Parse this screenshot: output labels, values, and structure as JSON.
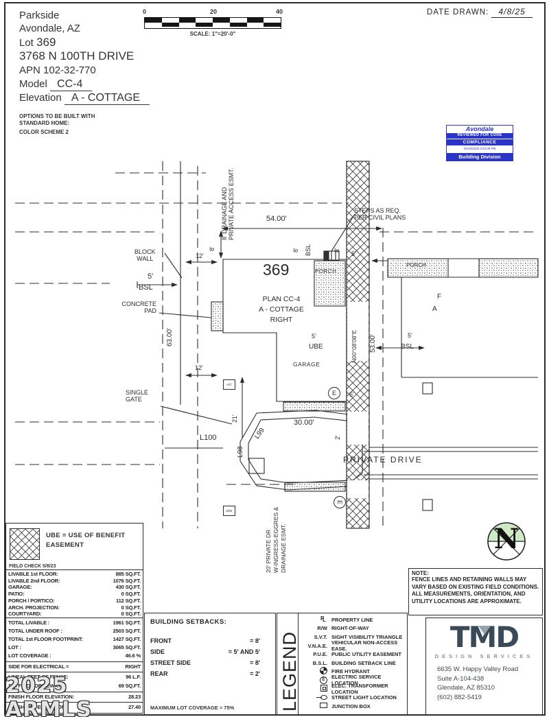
{
  "header": {
    "community": "Parkside",
    "city": "Avondale, AZ",
    "lot_label": "Lot",
    "lot_number": "369",
    "address": "3768 N 100TH DRIVE",
    "apn": "APN 102-32-770",
    "model_label": "Model",
    "model_value": "CC-4",
    "elevation_label": "Elevation",
    "elevation_value": "A - COTTAGE",
    "options_note": "OPTIONS TO BE BUILT WITH\nSTANDARD HOME:",
    "color_scheme": "COLOR SCHEME 2",
    "date_drawn_label": "DATE DRAWN:",
    "date_drawn_value": "4/8/25"
  },
  "scale_bar": {
    "tick_0": "0",
    "tick_20": "20",
    "tick_40": "40",
    "caption": "SCALE: 1\"=20'-0\""
  },
  "stamp": {
    "city": "Avondale",
    "line2": "REVIEWED FOR CODE",
    "line3": "COMPLIANCE",
    "timestamp": "04/10/2025    2:53:35 PM",
    "division": "Building Division",
    "color": "#2a35c8"
  },
  "plan": {
    "labels": {
      "drainage_esmt": "8' DRAINAGE AND\nPRIVATE ACCESS ESMT.",
      "dim_54": "54.00'",
      "steps_note": "STEPS AS REQ.\nPER CIVIL PLANS",
      "dim_8_front_a": "8'",
      "bsl_front": "BSL",
      "dim_8_front_b": "8'",
      "dim_5_porch": "5'",
      "block_wall": "BLOCK\nWALL",
      "dim_12_upper": "12'",
      "dim_8_left": "8'",
      "dim_5_left": "5'",
      "bsl_left": "BSL",
      "concrete_pad": "CONCRETE\nPAD",
      "dim_63": "63.00'",
      "dim_12_lower": "12'",
      "single_gate": "SINGLE\nGATE",
      "lot_number": "369",
      "plan_title": "PLAN CC-4\nA - COTTAGE\nRIGHT",
      "porch": "PORCH",
      "dim_5_ube": "5'",
      "ube": "UBE",
      "garage": "GARAGE",
      "bearing": "N00°08'08\"E",
      "dim_53": "53.00'",
      "dim_5_right": "5'",
      "bsl_right": "BSL",
      "neighbor_porch": "PORCH",
      "neighbor_f": "F",
      "neighbor_a": "A",
      "electric_mark": "E",
      "dim_5_corner": "5'",
      "dim_21": "21'",
      "l99": "L99",
      "l98": "L98",
      "l100": "L100",
      "dim_30": "30.00'",
      "dim_2": "2'",
      "private_drive": "PRIVATE DRIVE",
      "ingress_esmt": "20' PRIVATE DR\nW-INGRESS-EGGRES &\nDRAINAGE ESMT.",
      "ac": "A/C",
      "dw": "D/W"
    }
  },
  "ube_note": {
    "line1": "UBE = USE OF BENEFIT",
    "line2": "EASEMENT",
    "field_check": "FIELD CHECK 5/8/23"
  },
  "area_table": {
    "g1": [
      {
        "label": "LIVABLE 1st FLOOR:",
        "value": "885 SQ.FT."
      },
      {
        "label": "LIVABLE 2nd FLOOR:",
        "value": "1076 SQ.FT."
      },
      {
        "label": "GARAGE:",
        "value": "430 SQ.FT."
      },
      {
        "label": "PATIO:",
        "value": "0 SQ.FT."
      },
      {
        "label": "PORCH / PORTICO:",
        "value": "112 SQ.FT."
      },
      {
        "label": "ARCH. PROJECTION:",
        "value": "0 SQ.FT."
      },
      {
        "label": "COURTYARD:",
        "value": "0 SQ.FT."
      }
    ],
    "g2": [
      {
        "label": "TOTAL LIVABLE :",
        "value": "1961 SQ.FT."
      },
      {
        "label": "TOTAL UNDER ROOF :",
        "value": "2503 SQ.FT."
      },
      {
        "label": "TOTAL 1st FLOOR FOOTPRINT:",
        "value": "1427 SQ.FT."
      },
      {
        "label": "LOT :",
        "value": "3065 SQ.FT."
      },
      {
        "label": "LOT COVERAGE :",
        "value": "46.6 %"
      }
    ],
    "g3": [
      {
        "label": "SIDE FOR ELECTRICAL =",
        "value": "RIGHT"
      }
    ],
    "g4": [
      {
        "label": "LINEAL FEET OF FENCE:",
        "value": "96 L.F."
      },
      {
        "label": "SQ. FT. OF DRIVEWAY:",
        "value": "69 SQ.FT."
      }
    ],
    "g5": [
      {
        "label": "FINISH FLOOR ELEVATION:",
        "value": "28.23"
      }
    ],
    "g6": [
      {
        "label": "FINISH PAD ELEVATION:",
        "value": "27.40"
      }
    ]
  },
  "setbacks": {
    "title": "BUILDING SETBACKS:",
    "rows": [
      {
        "label": "FRONT",
        "value": "= 8'"
      },
      {
        "label": "SIDE",
        "value": "= 5' AND 5'"
      },
      {
        "label": "STREET SIDE",
        "value": "= 8'"
      },
      {
        "label": "REAR",
        "value": "= 2'"
      }
    ],
    "max_coverage": "MAXIMUM LOT COVERAGE = 75%"
  },
  "legend": {
    "title": "LEGEND",
    "pl": [
      "P",
      "L"
    ],
    "rows": [
      {
        "abbr": "",
        "text": "PROPERTY LINE"
      },
      {
        "abbr": "R/W",
        "text": "RIGHT-OF-WAY"
      },
      {
        "abbr": "S.V.T.",
        "text": "SIGHT VISIBILITY TRIANGLE"
      },
      {
        "abbr": "V.N.A.E.",
        "text": "VEHICULAR NON-ACCESS EASE."
      },
      {
        "abbr": "P.U.E.",
        "text": "PUBLIC UTILITY EASEMENT"
      },
      {
        "abbr": "B.S.L.",
        "text": "BUILDING SETBACK LINE"
      },
      {
        "abbr": "",
        "text": "FIRE HYDRANT"
      },
      {
        "abbr": "E",
        "text": "ELECTRIC SERVICE LOCATION"
      },
      {
        "abbr": "",
        "text": "ELEC. TRANSFORMER LOCATION"
      },
      {
        "abbr": "",
        "text": "STREET LIGHT LOCATION"
      },
      {
        "abbr": "",
        "text": "JUNCTION BOX"
      }
    ]
  },
  "note_box": {
    "title": "NOTE:",
    "body": "FENCE LINES AND RETAINING WALLS MAY VARY BASED ON EXISTING FIELD CONDITIONS.  ALL MEASUREMENTS, ORIENTATION, AND UTILITY LOCATIONS ARE APPROXIMATE."
  },
  "tmd": {
    "logo": "TMD",
    "tagline": "DESIGN SERVICES",
    "address1": "6635 W. Happy Valley Road",
    "address2": "Suite A-104-438",
    "address3": "Glendale, AZ 85310",
    "phone": "(602) 882-5419"
  },
  "compass": {
    "letter": "N"
  },
  "watermark": "2025 ARMLS"
}
